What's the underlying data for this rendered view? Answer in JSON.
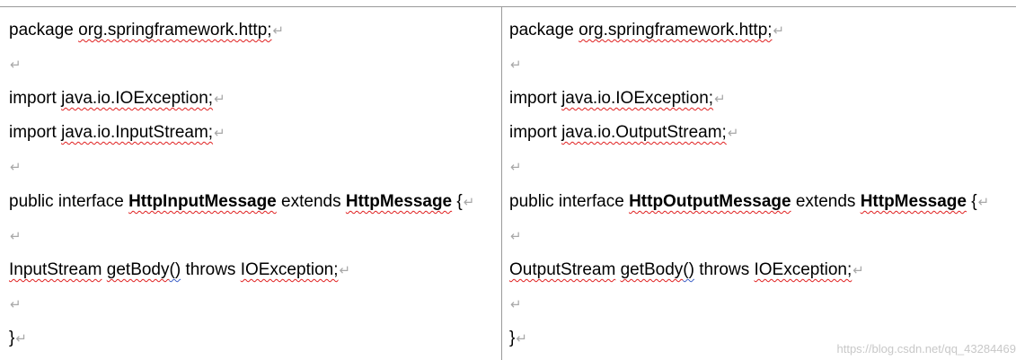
{
  "paragraph_mark": "↵",
  "last_line_mark": "↵",
  "left": {
    "package_kw": "package ",
    "package_name": "org.springframework.http;",
    "import1_kw": "import ",
    "import1_name": "java.io.IOException;",
    "import2_kw": "import ",
    "import2_name": "java.io.InputStream;",
    "iface_prefix": "public interface ",
    "iface_name": "HttpInputMessage",
    "iface_extends": " extends ",
    "iface_parent": "HttpMessage",
    "iface_brace": " {",
    "method_return": "InputStream",
    "method_space": " ",
    "method_name": "getBody",
    "method_paren": "()",
    "method_throws": " throws ",
    "method_exception": "IOException;",
    "closing": "}"
  },
  "right": {
    "package_kw": "package ",
    "package_name": "org.springframework.http;",
    "import1_kw": "import ",
    "import1_name": "java.io.IOException;",
    "import2_kw": "import ",
    "import2_name": "java.io.OutputStream;",
    "iface_prefix": "public interface ",
    "iface_name": "HttpOutputMessage",
    "iface_extends": " extends ",
    "iface_parent": "HttpMessage",
    "iface_brace": " {",
    "method_return": "OutputStream",
    "method_space": " ",
    "method_name": "getBody",
    "method_paren": "()",
    "method_throws": " throws ",
    "method_exception": "IOException;",
    "closing": "}"
  },
  "watermark": "https://blog.csdn.net/qq_43284469"
}
